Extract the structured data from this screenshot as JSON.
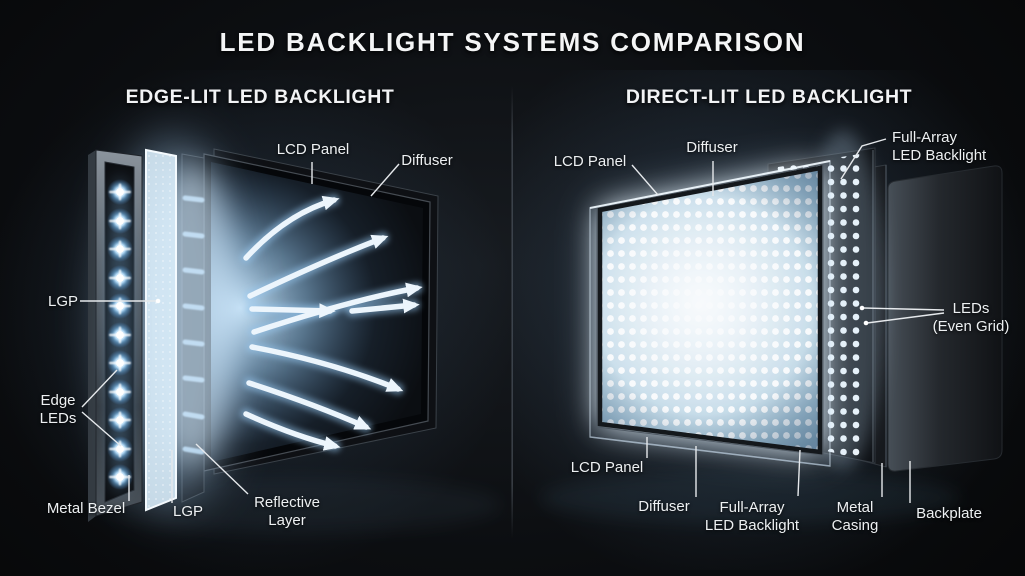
{
  "title": "LED BACKLIGHT SYSTEMS COMPARISON",
  "edge_lit": {
    "heading": "EDGE-LIT LED BACKLIGHT",
    "labels": {
      "lcd_panel": "LCD Panel",
      "diffuser": "Diffuser",
      "lgp_side": "LGP",
      "edge_leds": "Edge\nLEDs",
      "metal_bezel": "Metal Bezel",
      "lgp_bottom": "LGP",
      "reflective_layer": "Reflective\nLayer"
    }
  },
  "direct_lit": {
    "heading": "DIRECT-LIT LED BACKLIGHT",
    "labels": {
      "lcd_panel_top": "LCD Panel",
      "diffuser_top": "Diffuser",
      "full_array_top": "Full-Array\nLED Backlight",
      "leds_even_grid": "LEDs\n(Even Grid)",
      "lcd_panel_bottom": "LCD Panel",
      "diffuser_bottom": "Diffuser",
      "full_array_bottom": "Full-Array\nLED Backlight",
      "metal_casing": "Metal\nCasing",
      "backplate": "Backplate"
    }
  },
  "colors": {
    "background": "#0a0c0f",
    "text": "#edf0f2",
    "glow_cyan": "#cfe6f8",
    "led_white": "#ffffff",
    "metal_gray": "#6a737c"
  }
}
